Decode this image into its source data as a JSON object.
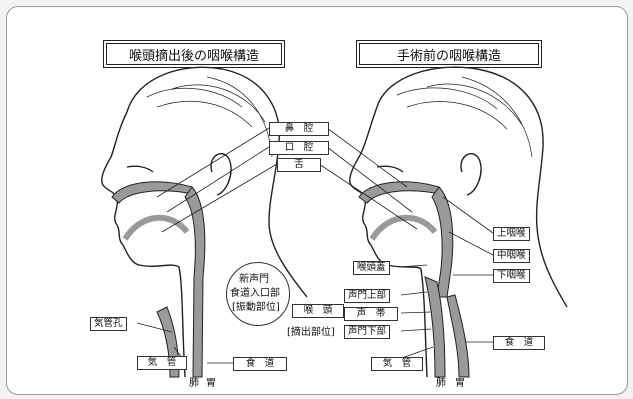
{
  "panels": {
    "left_title": "喉頭摘出後の咽喉構造",
    "right_title": "手術前の咽喉構造"
  },
  "labels": {
    "nasal_cavity": "鼻　腔",
    "oral_cavity": "口　腔",
    "tongue": "舌",
    "new_glottis_1": "新声門",
    "new_glottis_2": "食道入口部",
    "new_glottis_3": "[振動部位]",
    "tracheostoma": "気管孔",
    "trachea_left": "気　管",
    "esophagus_left": "食　道",
    "lung_left": "肺",
    "stomach_left": "胃",
    "larynx": "喉　頭",
    "removed_site": "[摘出部位]",
    "supraglottis": "声門上部",
    "vocal_cords": "声　帯",
    "subglottis": "声門下部",
    "epiglottis": "喉頭蓋",
    "nasopharynx": "上咽喉",
    "oropharynx": "中咽喉",
    "hypopharynx": "下咽喉",
    "esophagus_right": "食　道",
    "trachea_right": "気　管",
    "lung_right": "肺",
    "stomach_right": "胃"
  },
  "colors": {
    "airway_fill": "#9a9a9a",
    "line": "#222222"
  }
}
